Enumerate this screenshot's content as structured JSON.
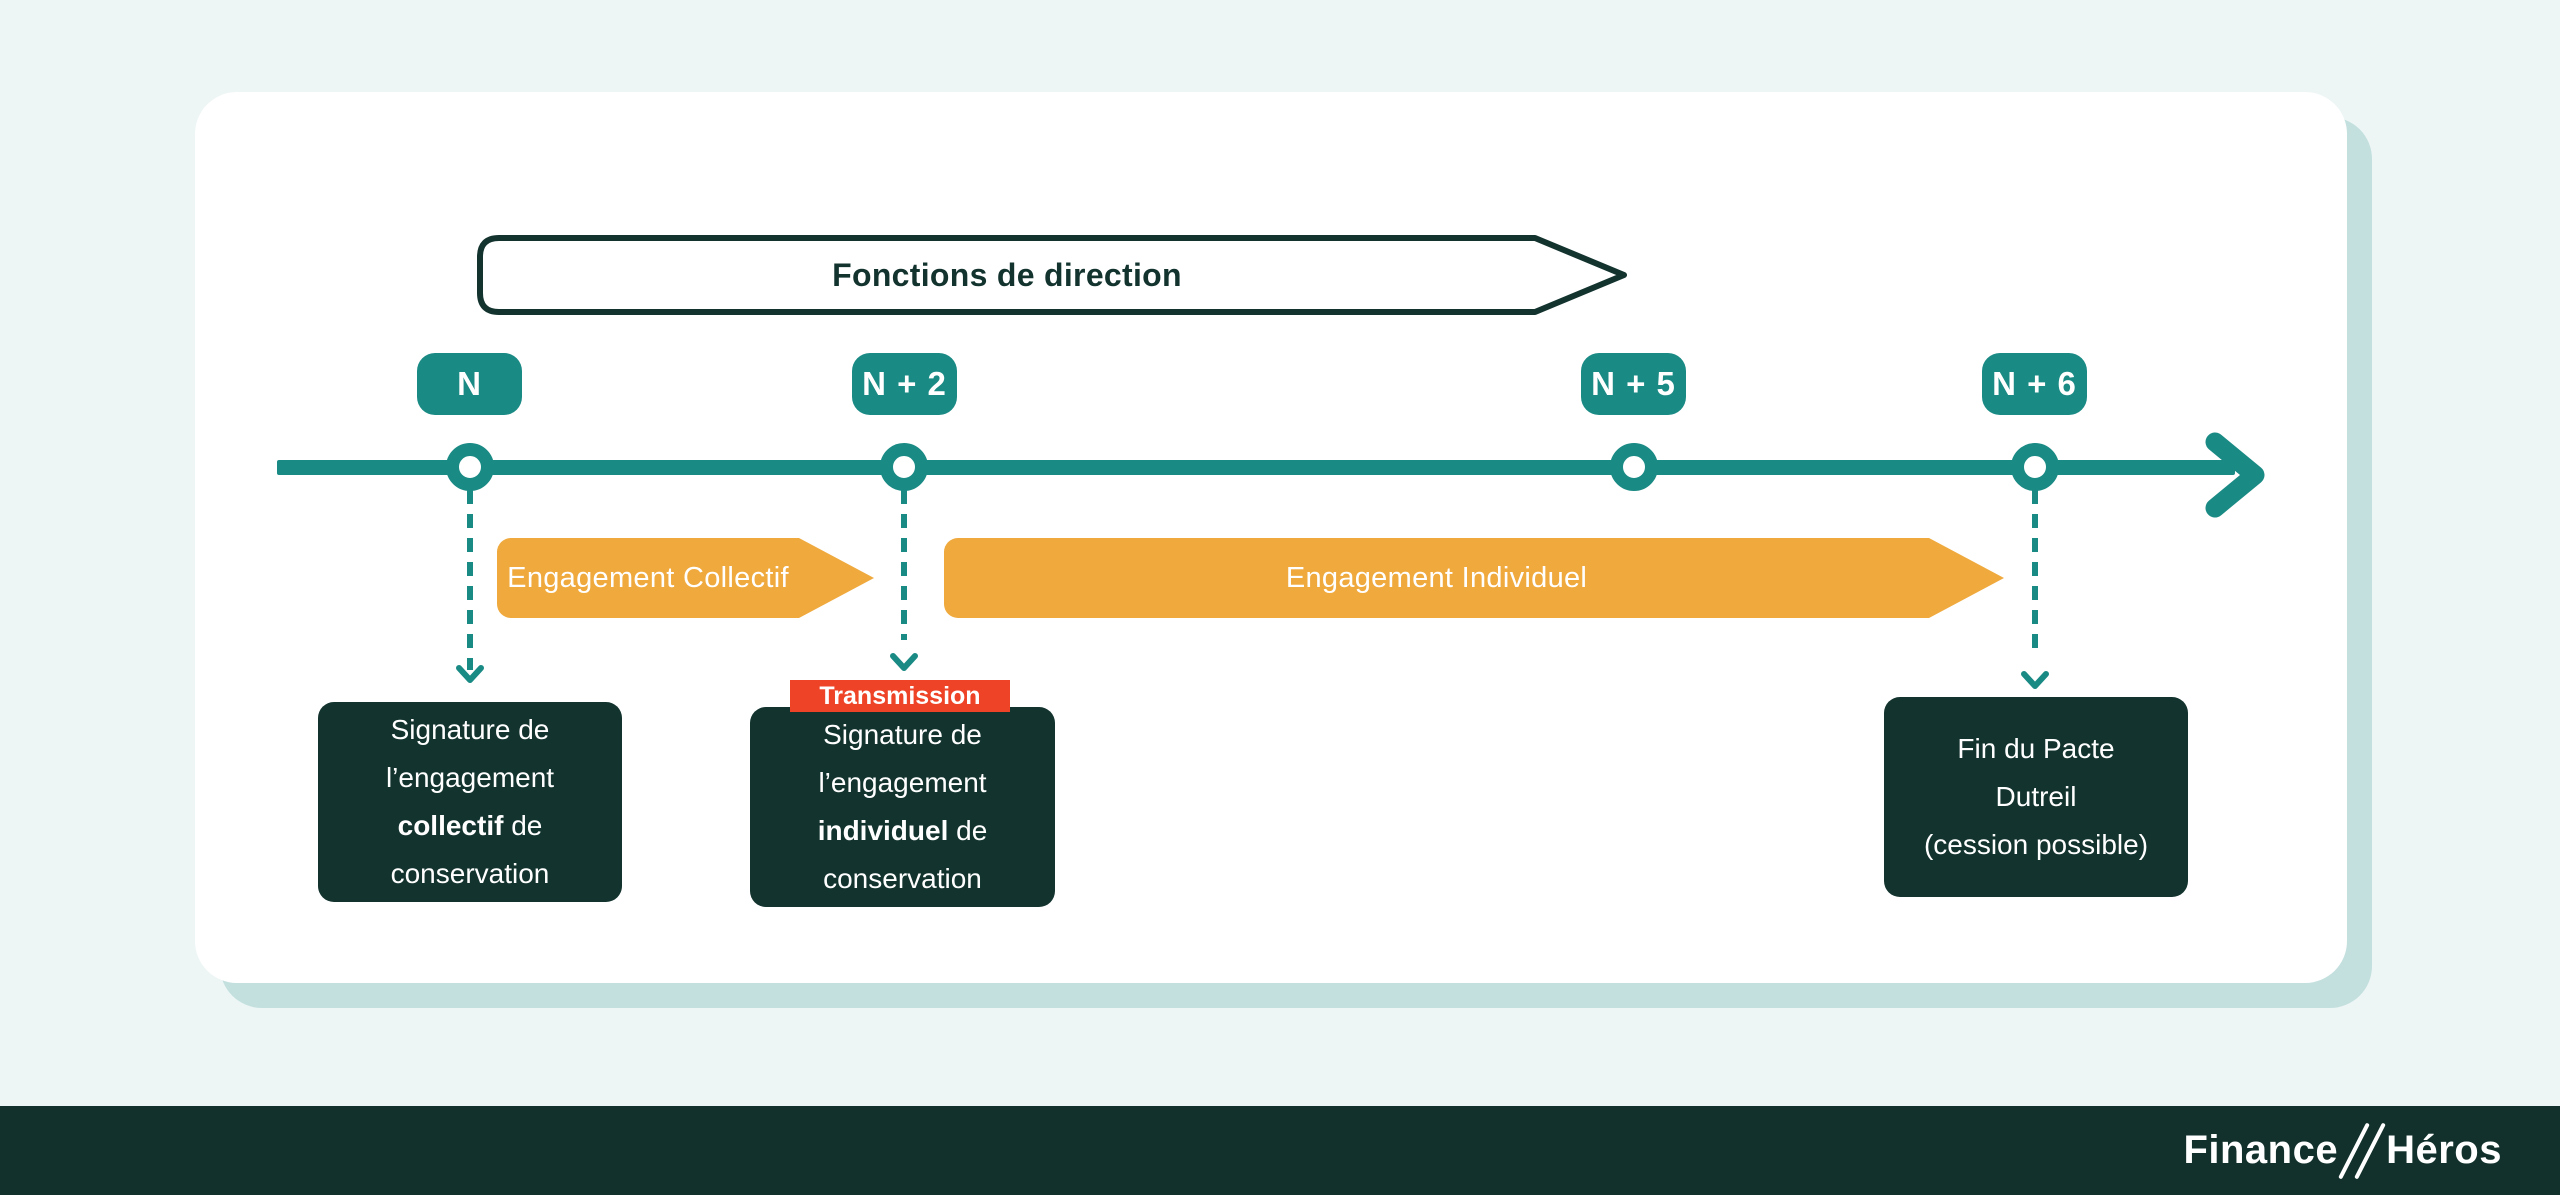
{
  "colors": {
    "background": "#edf6f5",
    "card": "#ffffff",
    "card_shadow": "#c3e0df",
    "teal_accent": "#1a8a84",
    "dark_green": "#13332e",
    "orange": "#efa93d",
    "red": "#ee4327",
    "white": "#ffffff"
  },
  "banner": {
    "label": "Fonctions de direction"
  },
  "timeline": {
    "badges": [
      {
        "label": "N"
      },
      {
        "label": "N + 2"
      },
      {
        "label": "N + 5"
      },
      {
        "label": "N + 6"
      }
    ]
  },
  "phases": [
    {
      "label": "Engagement Collectif"
    },
    {
      "label": "Engagement Individuel"
    }
  ],
  "transmission_badge": {
    "label": "Transmission"
  },
  "events": [
    {
      "line1": "Signature de",
      "line2": "l’engagement",
      "line3_bold": "collectif",
      "line3_rest": " de",
      "line4": "conservation"
    },
    {
      "line1": "Signature de",
      "line2": "l’engagement",
      "line3_bold": "individuel",
      "line3_rest": " de",
      "line4": "conservation"
    },
    {
      "line1": "Fin du Pacte",
      "line2": "Dutreil",
      "line3": "(cession possible)"
    }
  ],
  "footer": {
    "brand_left": "Finance",
    "brand_right": "Héros"
  }
}
